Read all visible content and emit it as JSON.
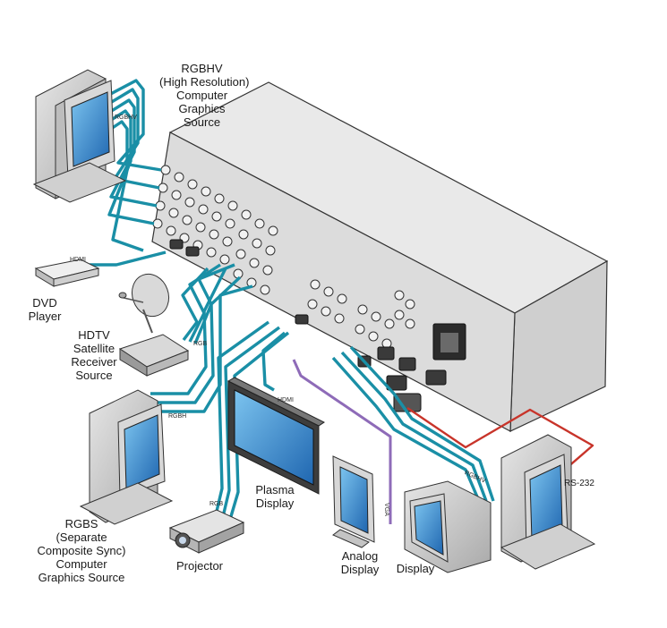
{
  "sources": {
    "rgbhv": {
      "lines": [
        "RGBHV",
        "(High Resolution)",
        "Computer",
        "Graphics",
        "Source"
      ],
      "cable": "RGBHV"
    },
    "dvd": {
      "lines": [
        "DVD",
        "Player"
      ],
      "cable": "HDMI"
    },
    "hdtv": {
      "lines": [
        "HDTV",
        "Satellite",
        "Receiver",
        "Source"
      ],
      "cable": "RGB"
    },
    "rgbs": {
      "lines": [
        "RGBS",
        "(Separate",
        "Composite Sync)",
        "Computer",
        "Graphics Source"
      ],
      "cable": "RGBH"
    }
  },
  "outputs": {
    "projector": {
      "label": "Projector",
      "cable": "RGB"
    },
    "plasma": {
      "lines": [
        "Plasma",
        "Display"
      ],
      "cable": "HDMI"
    },
    "analog": {
      "lines": [
        "Analog",
        "Display"
      ],
      "cable": "VGA"
    },
    "display": {
      "label": "Display",
      "cable": "RGBHV"
    },
    "controller": {
      "cable": "RS-232"
    }
  },
  "colors": {
    "video_cable": "#1a8fa6",
    "vga_cable": "#8e6bb8",
    "rs232_cable": "#c8342a",
    "chassis": "#c9c9c9",
    "screen": "#2a7fc4"
  }
}
